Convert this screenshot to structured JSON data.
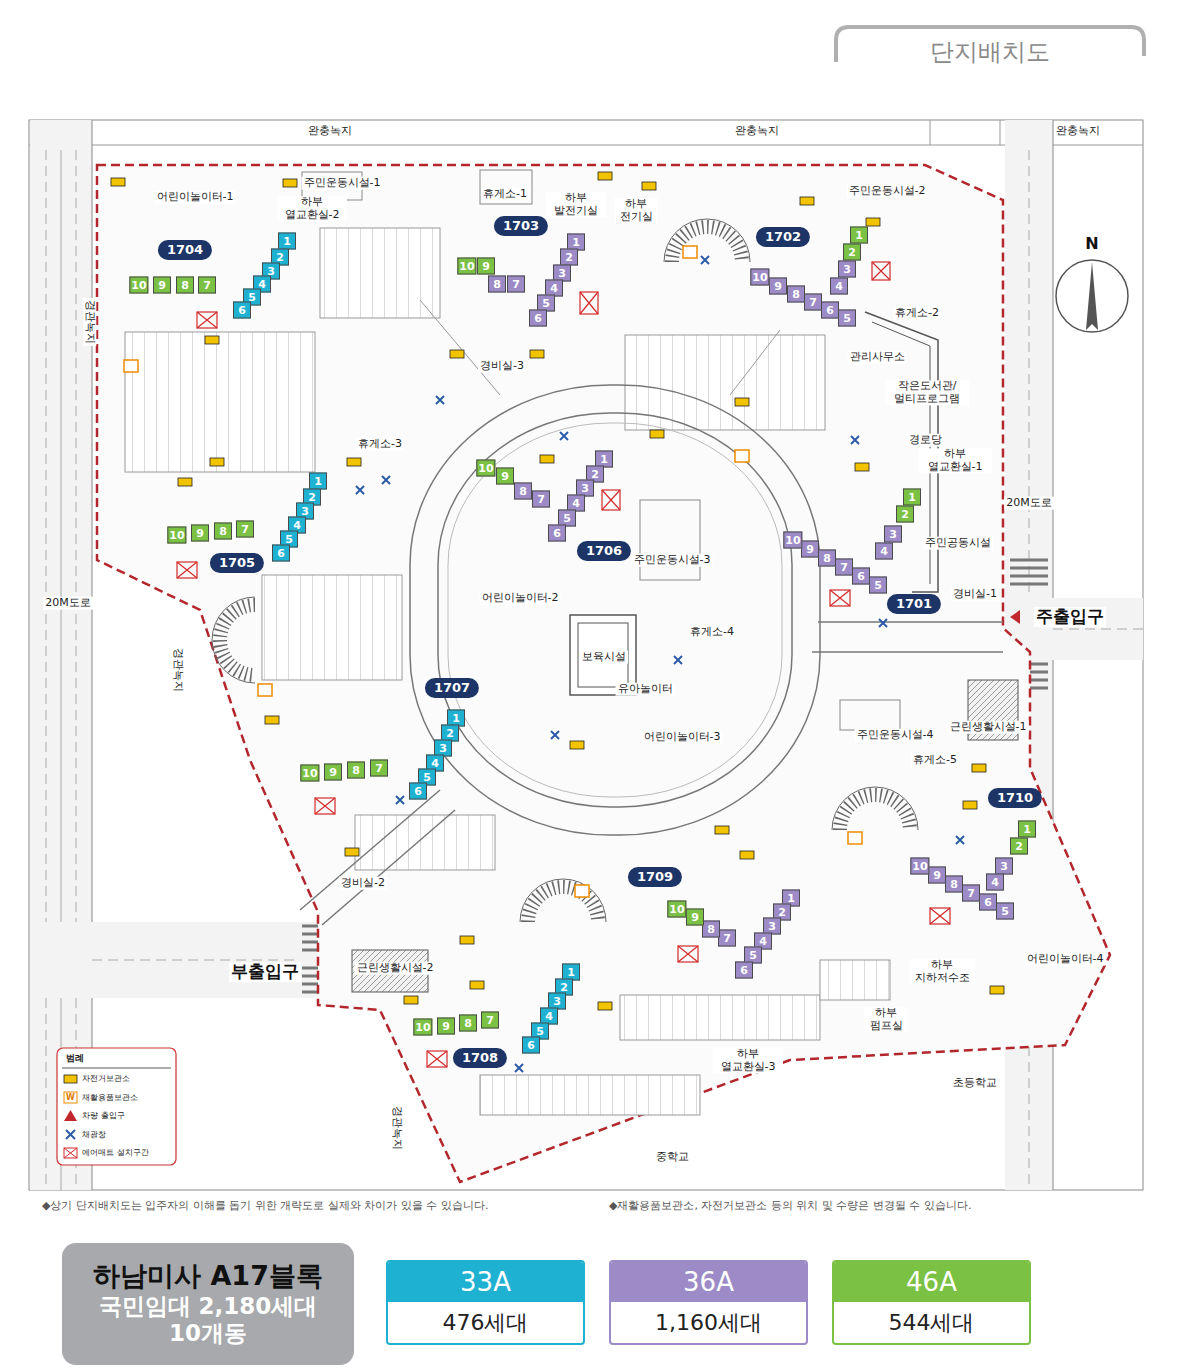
{
  "diagram": {
    "title": "단지배치도",
    "nodes": [
      {
        "text": [
          "1704"
        ]
      },
      {
        "text": [
          "1"
        ]
      },
      {
        "text": [
          "2"
        ]
      },
      {
        "text": [
          "3"
        ]
      },
      {
        "text": [
          "4"
        ]
      },
      {
        "text": [
          "5"
        ]
      },
      {
        "text": [
          "6"
        ]
      },
      {
        "text": [
          "7"
        ]
      },
      {
        "text": [
          "8"
        ]
      },
      {
        "text": [
          "9"
        ]
      },
      {
        "text": [
          "10"
        ]
      },
      {
        "text": [
          "1703"
        ]
      },
      {
        "text": [
          "1"
        ]
      },
      {
        "text": [
          "2"
        ]
      },
      {
        "text": [
          "3"
        ]
      },
      {
        "text": [
          "4"
        ]
      },
      {
        "text": [
          "5"
        ]
      },
      {
        "text": [
          "6"
        ]
      },
      {
        "text": [
          "7"
        ]
      },
      {
        "text": [
          "8"
        ]
      },
      {
        "text": [
          "9"
        ]
      },
      {
        "text": [
          "10"
        ]
      },
      {
        "text": [
          "1702"
        ]
      },
      {
        "text": [
          "1"
        ]
      },
      {
        "text": [
          "2"
        ]
      },
      {
        "text": [
          "3"
        ]
      },
      {
        "text": [
          "4"
        ]
      },
      {
        "text": [
          "5"
        ]
      },
      {
        "text": [
          "6"
        ]
      },
      {
        "text": [
          "7"
        ]
      },
      {
        "text": [
          "8"
        ]
      },
      {
        "text": [
          "9"
        ]
      },
      {
        "text": [
          "10"
        ]
      },
      {
        "text": [
          "1706"
        ]
      },
      {
        "text": [
          "1"
        ]
      },
      {
        "text": [
          "2"
        ]
      },
      {
        "text": [
          "3"
        ]
      },
      {
        "text": [
          "4"
        ]
      },
      {
        "text": [
          "5"
        ]
      },
      {
        "text": [
          "6"
        ]
      },
      {
        "text": [
          "7"
        ]
      },
      {
        "text": [
          "8"
        ]
      },
      {
        "text": [
          "9"
        ]
      },
      {
        "text": [
          "10"
        ]
      },
      {
        "text": [
          "1701"
        ]
      },
      {
        "text": [
          "1"
        ]
      },
      {
        "text": [
          "2"
        ]
      },
      {
        "text": [
          "3"
        ]
      },
      {
        "text": [
          "4"
        ]
      },
      {
        "text": [
          "5"
        ]
      },
      {
        "text": [
          "6"
        ]
      },
      {
        "text": [
          "7"
        ]
      },
      {
        "text": [
          "8"
        ]
      },
      {
        "text": [
          "9"
        ]
      },
      {
        "text": [
          "10"
        ]
      },
      {
        "text": [
          "1705"
        ]
      },
      {
        "text": [
          "1"
        ]
      },
      {
        "text": [
          "2"
        ]
      },
      {
        "text": [
          "3"
        ]
      },
      {
        "text": [
          "4"
        ]
      },
      {
        "text": [
          "5"
        ]
      },
      {
        "text": [
          "6"
        ]
      },
      {
        "text": [
          "7"
        ]
      },
      {
        "text": [
          "8"
        ]
      },
      {
        "text": [
          "9"
        ]
      },
      {
        "text": [
          "10"
        ]
      },
      {
        "text": [
          "1707"
        ]
      },
      {
        "text": [
          "1"
        ]
      },
      {
        "text": [
          "2"
        ]
      },
      {
        "text": [
          "3"
        ]
      },
      {
        "text": [
          "4"
        ]
      },
      {
        "text": [
          "5"
        ]
      },
      {
        "text": [
          "6"
        ]
      },
      {
        "text": [
          "7"
        ]
      },
      {
        "text": [
          "8"
        ]
      },
      {
        "text": [
          "9"
        ]
      },
      {
        "text": [
          "10"
        ]
      },
      {
        "text": [
          "1710"
        ]
      },
      {
        "text": [
          "1"
        ]
      },
      {
        "text": [
          "2"
        ]
      },
      {
        "text": [
          "3"
        ]
      },
      {
        "text": [
          "4"
        ]
      },
      {
        "text": [
          "5"
        ]
      },
      {
        "text": [
          "6"
        ]
      },
      {
        "text": [
          "7"
        ]
      },
      {
        "text": [
          "8"
        ]
      },
      {
        "text": [
          "9"
        ]
      },
      {
        "text": [
          "10"
        ]
      },
      {
        "text": [
          "1709"
        ]
      },
      {
        "text": [
          "1"
        ]
      },
      {
        "text": [
          "2"
        ]
      },
      {
        "text": [
          "3"
        ]
      },
      {
        "text": [
          "4"
        ]
      },
      {
        "text": [
          "5"
        ]
      },
      {
        "text": [
          "6"
        ]
      },
      {
        "text": [
          "7"
        ]
      },
      {
        "text": [
          "8"
        ]
      },
      {
        "text": [
          "9"
        ]
      },
      {
        "text": [
          "10"
        ]
      },
      {
        "text": [
          "1708"
        ]
      },
      {
        "text": [
          "1"
        ]
      },
      {
        "text": [
          "2"
        ]
      },
      {
        "text": [
          "3"
        ]
      },
      {
        "text": [
          "4"
        ]
      },
      {
        "text": [
          "5"
        ]
      },
      {
        "text": [
          "6"
        ]
      },
      {
        "text": [
          "7"
        ]
      },
      {
        "text": [
          "8"
        ]
      },
      {
        "text": [
          "9"
        ]
      },
      {
        "text": [
          "10"
        ]
      },
      {
        "text": [
          "하남미사 A17블록",
          "국민임대 2,180세대 10개동"
        ]
      },
      {
        "text": [
          "33A",
          "476세대"
        ]
      },
      {
        "text": [
          "36A",
          "1,160세대"
        ]
      },
      {
        "text": [
          "46A",
          "544세대"
        ]
      }
    ],
    "labels": [
      "완충녹지",
      "완충녹지",
      "완충녹지",
      "경관녹지",
      "20M도로",
      "경관녹지",
      "경관녹지",
      "20M도로",
      "주출입구",
      "부출입구",
      "초등학교",
      "중학교",
      "N",
      "어린이놀이터-1",
      "주민운동시설-1",
      "하부 열교환실-2",
      "휴게소-1",
      "하부 발전기실",
      "하부 전기실",
      "주민운동시설-2",
      "휴게소-2",
      "관리사무소",
      "작은도서관/ 멀티프로그램",
      "경로당",
      "하부 열교환실-1",
      "주민공동시설",
      "경비실-1",
      "경비실-3",
      "휴게소-3",
      "주민운동시설-3",
      "어린이놀이터-2",
      "휴게소-4",
      "보육시설",
      "유아놀이터",
      "어린이놀이터-3",
      "근린생활시설-1",
      "주민운동시설-4",
      "휴게소-5",
      "경비실-2",
      "근린생활시설-2",
      "하부 지하저수조",
      "하부 펌프실",
      "하부 열교환실-3",
      "어린이놀이터-4",
      "범례",
      "◆상기 단지배치도는 입주자의 이해를 돕기 위한 개략도로 실제와 차이가 있을 수 있습니다.",
      "◆재활용품보관소, 자전거보관소 등의 위치 및 수량은 변경될 수 있습니다.",
      "W"
    ],
    "legend": [
      {
        "text": "자전거보관소"
      },
      {
        "text": "재활용품보관소"
      },
      {
        "text": "차량 출입구"
      },
      {
        "text": "채광창"
      },
      {
        "text": "에어매트 설치구간"
      }
    ]
  }
}
